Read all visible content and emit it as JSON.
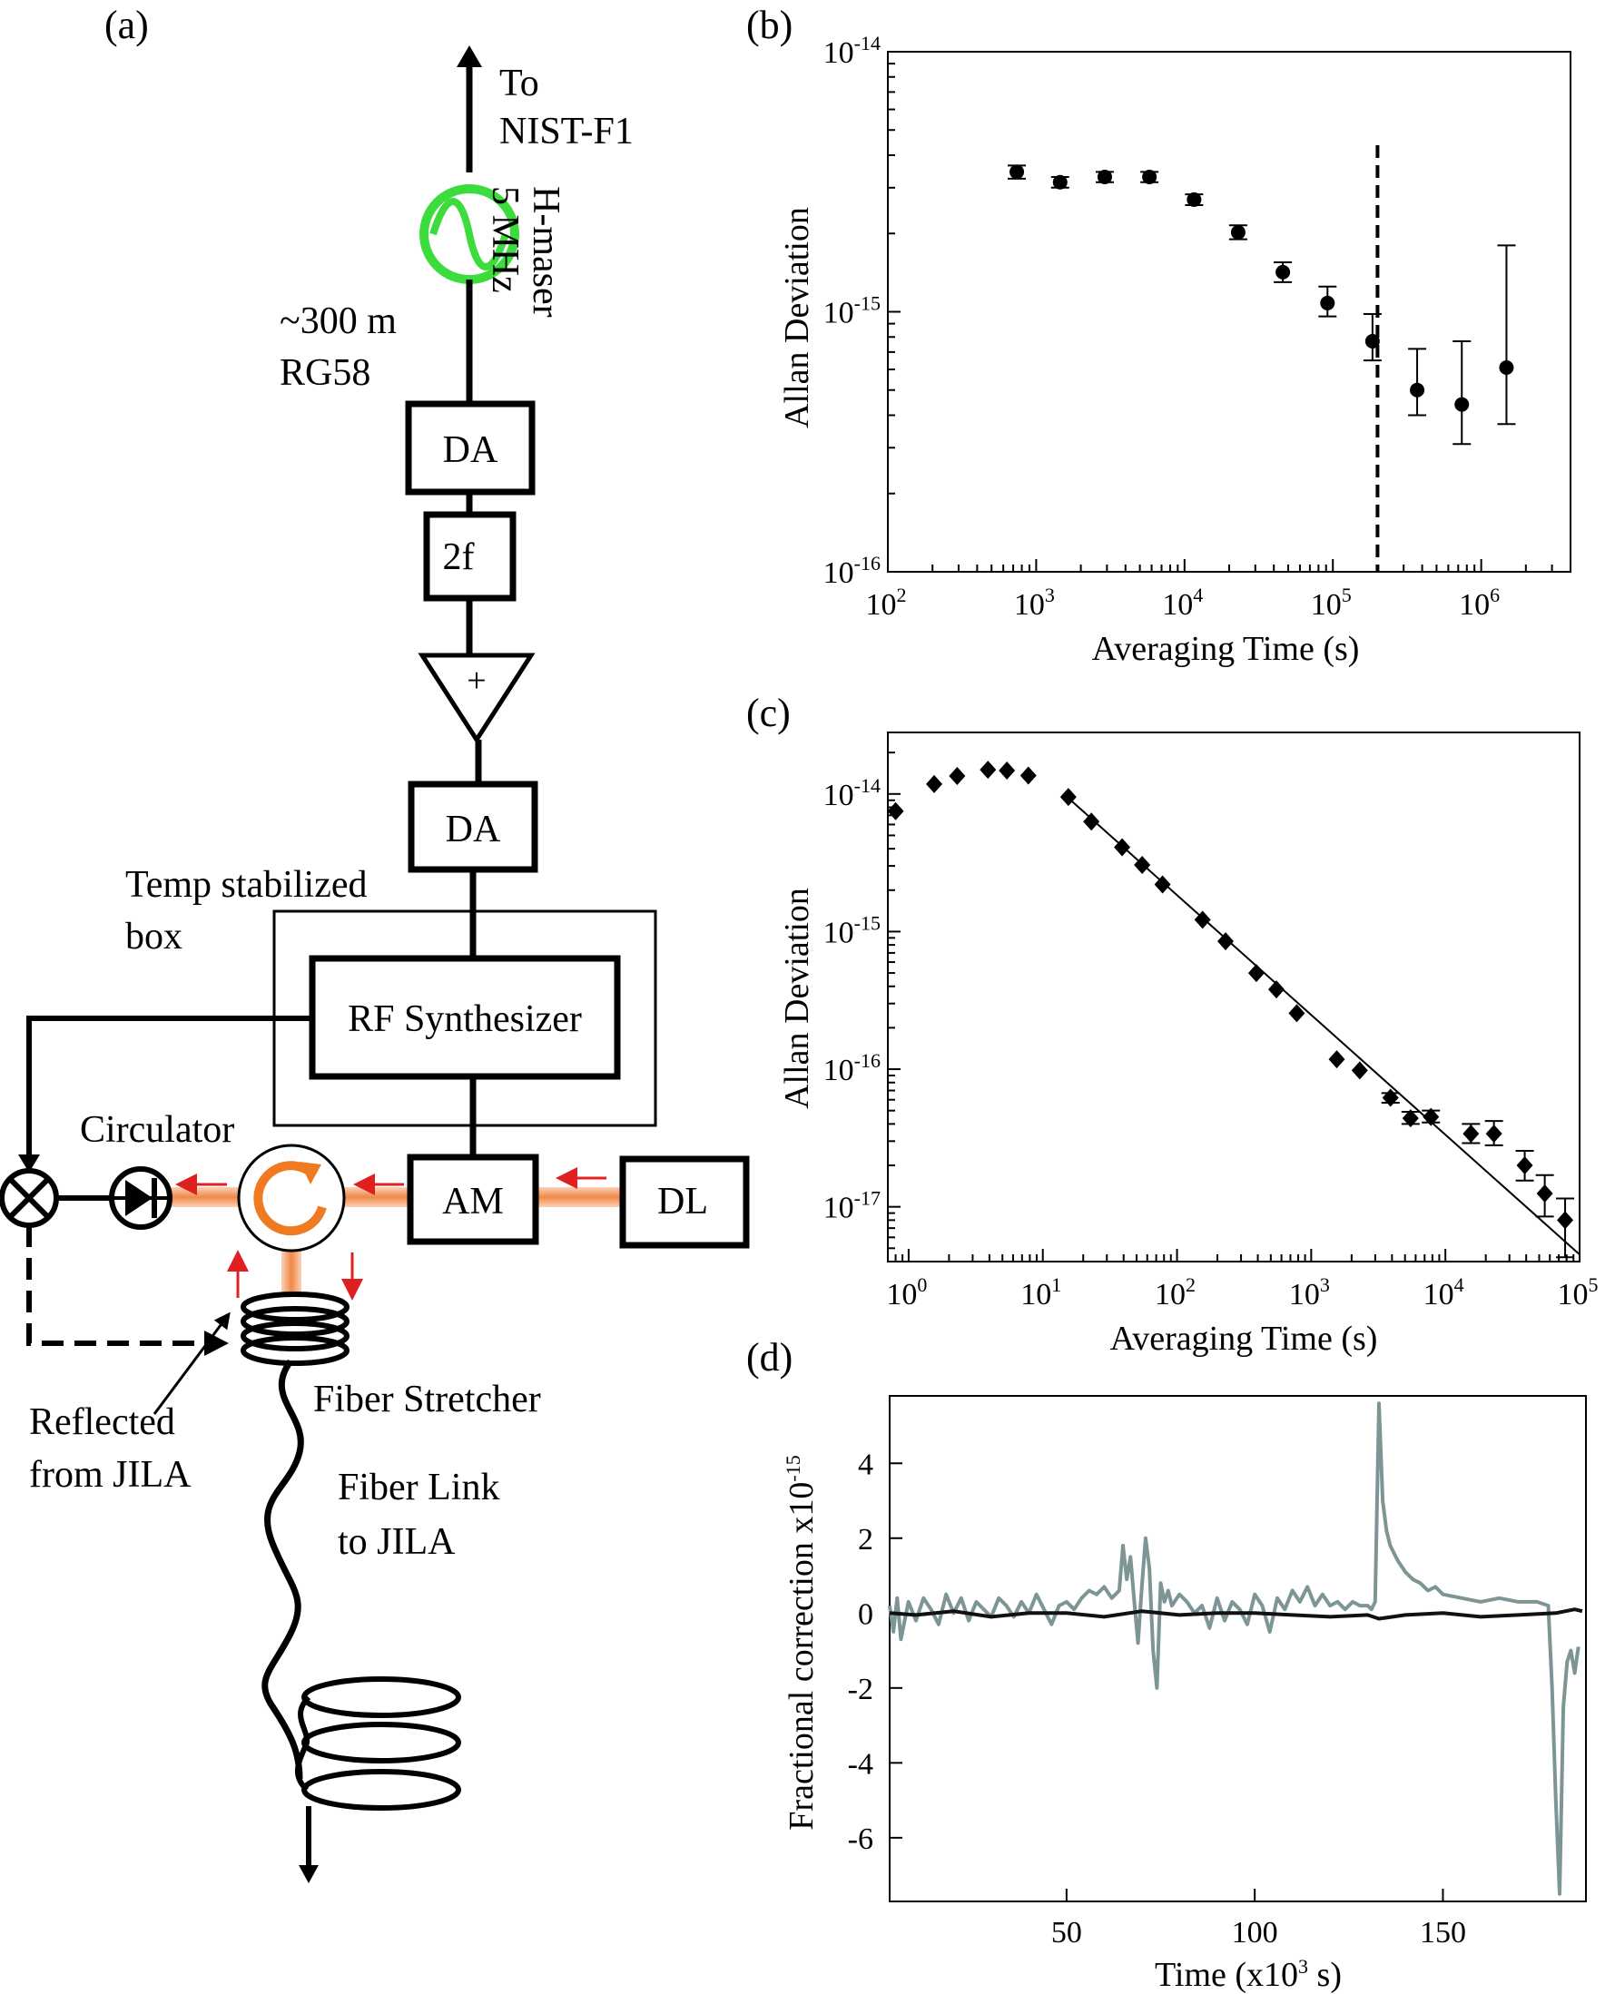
{
  "panel_labels": {
    "a": "(a)",
    "b": "(b)",
    "c": "(c)",
    "d": "(d)"
  },
  "diagram": {
    "to_line1": "To",
    "to_line2": "NIST-F1",
    "maser_line1": "H-maser",
    "maser_line2": "5 MHz",
    "cable_line1": "~300 m",
    "cable_line2": "RG58",
    "da_top": "DA",
    "doubler": "2f",
    "amp_symbol": "+",
    "da_bottom": "DA",
    "temp_line1": "Temp stabilized",
    "temp_line2": "box",
    "synth": "RF Synthesizer",
    "circulator": "Circulator",
    "am": "AM",
    "dl": "DL",
    "reflected_line1": "Reflected",
    "reflected_line2": "from JILA",
    "stretcher": "Fiber Stretcher",
    "link_line1": "Fiber Link",
    "link_line2": "to JILA",
    "colors": {
      "maser": "#3ddc3d",
      "optical": "#f4a06a",
      "circulator": "#f07a22",
      "arrow": "#e02020"
    }
  },
  "chart_data": [
    {
      "panel": "b",
      "type": "scatter",
      "xlabel": "Averaging Time (s)",
      "ylabel": "Allan Deviation",
      "xscale": "log",
      "yscale": "log",
      "xlim": [
        100,
        4000000
      ],
      "ylim": [
        1e-16,
        1e-14
      ],
      "x_ticks": [
        {
          "base": "10",
          "exp": "2"
        },
        {
          "base": "10",
          "exp": "3"
        },
        {
          "base": "10",
          "exp": "4"
        },
        {
          "base": "10",
          "exp": "5"
        },
        {
          "base": "10",
          "exp": "6"
        }
      ],
      "y_ticks": [
        {
          "base": "10",
          "exp": "-16"
        },
        {
          "base": "10",
          "exp": "-15"
        },
        {
          "base": "10",
          "exp": "-14"
        }
      ],
      "points": [
        {
          "x": 740,
          "y": 3.45e-15,
          "lo": 3.25e-15,
          "hi": 3.65e-15
        },
        {
          "x": 1450,
          "y": 3.15e-15,
          "lo": 3e-15,
          "hi": 3.3e-15
        },
        {
          "x": 2900,
          "y": 3.3e-15,
          "lo": 3.15e-15,
          "hi": 3.45e-15
        },
        {
          "x": 5800,
          "y": 3.3e-15,
          "lo": 3.15e-15,
          "hi": 3.45e-15
        },
        {
          "x": 11600,
          "y": 2.7e-15,
          "lo": 2.57e-15,
          "hi": 2.83e-15
        },
        {
          "x": 23000,
          "y": 2.02e-15,
          "lo": 1.9e-15,
          "hi": 2.15e-15
        },
        {
          "x": 46000,
          "y": 1.42e-15,
          "lo": 1.3e-15,
          "hi": 1.55e-15
        },
        {
          "x": 92000,
          "y": 1.08e-15,
          "lo": 9.6e-16,
          "hi": 1.25e-15
        },
        {
          "x": 185000,
          "y": 7.7e-16,
          "lo": 6.5e-16,
          "hi": 9.8e-16
        },
        {
          "x": 370000,
          "y": 5e-16,
          "lo": 4e-16,
          "hi": 7.2e-16
        },
        {
          "x": 740000,
          "y": 4.4e-16,
          "lo": 3.1e-16,
          "hi": 7.7e-16
        },
        {
          "x": 1480000,
          "y": 6.1e-16,
          "lo": 3.7e-16,
          "hi": 1.8e-15
        }
      ],
      "vline_x": 200000
    },
    {
      "panel": "c",
      "type": "scatter",
      "xlabel": "Averaging Time (s)",
      "ylabel": "Allan Deviation",
      "xscale": "log",
      "yscale": "log",
      "xlim": [
        0.7,
        100000
      ],
      "ylim": [
        4e-18,
        2.8e-14
      ],
      "x_ticks": [
        {
          "base": "10",
          "exp": "0"
        },
        {
          "base": "10",
          "exp": "1"
        },
        {
          "base": "10",
          "exp": "2"
        },
        {
          "base": "10",
          "exp": "3"
        },
        {
          "base": "10",
          "exp": "4"
        },
        {
          "base": "10",
          "exp": "5"
        }
      ],
      "y_ticks": [
        {
          "base": "10",
          "exp": "-17"
        },
        {
          "base": "10",
          "exp": "-16"
        },
        {
          "base": "10",
          "exp": "-15"
        },
        {
          "base": "10",
          "exp": "-14"
        }
      ],
      "points": [
        {
          "x": 0.8,
          "y": 7.5e-15
        },
        {
          "x": 1.55,
          "y": 1.18e-14
        },
        {
          "x": 2.3,
          "y": 1.35e-14
        },
        {
          "x": 3.9,
          "y": 1.5e-14
        },
        {
          "x": 5.4,
          "y": 1.48e-14
        },
        {
          "x": 7.8,
          "y": 1.36e-14
        },
        {
          "x": 15.5,
          "y": 9.5e-15
        },
        {
          "x": 23,
          "y": 6.3e-15
        },
        {
          "x": 39,
          "y": 4.1e-15
        },
        {
          "x": 55,
          "y": 3.05e-15
        },
        {
          "x": 78,
          "y": 2.2e-15
        },
        {
          "x": 155,
          "y": 1.22e-15
        },
        {
          "x": 230,
          "y": 8.5e-16
        },
        {
          "x": 390,
          "y": 5e-16
        },
        {
          "x": 550,
          "y": 3.8e-16
        },
        {
          "x": 780,
          "y": 2.55e-16
        },
        {
          "x": 1550,
          "y": 1.18e-16
        },
        {
          "x": 2300,
          "y": 9.8e-17
        },
        {
          "x": 3900,
          "y": 6.2e-17,
          "lo": 5.7e-17,
          "hi": 6.7e-17
        },
        {
          "x": 5500,
          "y": 4.4e-17,
          "lo": 4e-17,
          "hi": 4.9e-17
        },
        {
          "x": 7800,
          "y": 4.5e-17,
          "lo": 4.1e-17,
          "hi": 5e-17
        },
        {
          "x": 15500,
          "y": 3.4e-17,
          "lo": 2.9e-17,
          "hi": 4e-17
        },
        {
          "x": 23000,
          "y": 3.4e-17,
          "lo": 2.8e-17,
          "hi": 4.2e-17
        },
        {
          "x": 39000,
          "y": 2e-17,
          "lo": 1.55e-17,
          "hi": 2.55e-17
        },
        {
          "x": 55000,
          "y": 1.25e-17,
          "lo": 8.5e-18,
          "hi": 1.7e-17
        },
        {
          "x": 78000,
          "y": 8e-18,
          "lo": 4.3e-18,
          "hi": 1.15e-17
        }
      ],
      "fit_line": {
        "x": [
          15,
          100000
        ],
        "y": [
          9.6e-15,
          4.5e-18
        ]
      }
    },
    {
      "panel": "d",
      "type": "line",
      "xlabel_text": "Time (x10",
      "xlabel_exp": "3",
      "xlabel_tail": " s)",
      "ylabel_text": "Fractional correction x10",
      "ylabel_exp": "-15",
      "xlim": [
        3,
        188
      ],
      "ylim": [
        -7.7,
        5.8
      ],
      "x_ticks": [
        "50",
        "100",
        "150"
      ],
      "y_ticks": [
        "4",
        "2",
        "0",
        "-2",
        "-4",
        "-6"
      ],
      "series": [
        {
          "color": "#7d9595",
          "x": [
            3,
            4,
            5,
            6,
            8,
            10,
            12,
            14,
            16,
            18,
            20,
            22,
            24,
            26,
            28,
            30,
            32,
            34,
            36,
            38,
            40,
            42,
            44,
            46,
            48,
            50,
            52,
            54,
            56,
            58,
            60,
            62,
            64,
            65,
            66,
            67,
            68,
            69,
            70,
            71,
            72,
            73,
            74,
            75,
            76,
            77,
            78,
            80,
            82,
            84,
            86,
            88,
            90,
            92,
            94,
            96,
            98,
            100,
            102,
            104,
            106,
            108,
            110,
            112,
            114,
            116,
            118,
            120,
            122,
            124,
            126,
            128,
            130,
            131,
            132,
            133,
            134,
            135,
            136,
            138,
            140,
            142,
            144,
            146,
            148,
            150,
            155,
            160,
            165,
            170,
            175,
            178,
            179,
            180,
            181,
            182,
            183,
            184,
            185,
            186
          ],
          "y": [
            0.2,
            -0.5,
            0.4,
            -0.7,
            0.3,
            -0.2,
            0.4,
            0.1,
            -0.3,
            0.5,
            0.0,
            0.4,
            -0.2,
            0.3,
            0.1,
            -0.1,
            0.4,
            0.2,
            -0.1,
            0.3,
            0.0,
            0.5,
            0.1,
            -0.3,
            0.2,
            0.3,
            0.1,
            0.4,
            0.6,
            0.5,
            0.7,
            0.4,
            0.6,
            1.8,
            0.9,
            1.5,
            0.3,
            -0.8,
            0.7,
            2.0,
            1.2,
            -1.0,
            -2.0,
            0.8,
            0.3,
            0.6,
            0.2,
            0.5,
            0.3,
            0.0,
            0.2,
            -0.4,
            0.4,
            -0.2,
            0.3,
            0.1,
            -0.3,
            0.5,
            0.2,
            -0.5,
            0.4,
            0.1,
            0.6,
            0.3,
            0.7,
            0.2,
            0.5,
            0.2,
            0.3,
            0.1,
            0.3,
            0.2,
            0.2,
            0.1,
            0.3,
            5.6,
            3.0,
            2.2,
            1.8,
            1.4,
            1.1,
            0.9,
            0.8,
            0.6,
            0.7,
            0.5,
            0.4,
            0.3,
            0.4,
            0.3,
            0.3,
            0.2,
            -2.0,
            -5.0,
            -7.5,
            -2.5,
            -1.3,
            -1.0,
            -1.6,
            -0.9
          ]
        },
        {
          "color": "#111111",
          "x": [
            3,
            10,
            20,
            30,
            40,
            50,
            60,
            70,
            80,
            90,
            100,
            110,
            120,
            130,
            133,
            140,
            150,
            160,
            170,
            180,
            185,
            187
          ],
          "y": [
            0.0,
            -0.05,
            0.05,
            -0.1,
            0.0,
            0.0,
            -0.1,
            0.05,
            -0.05,
            0.0,
            0.0,
            -0.05,
            -0.1,
            -0.05,
            -0.15,
            -0.05,
            0.0,
            -0.1,
            -0.05,
            0.0,
            0.1,
            0.05
          ]
        }
      ]
    }
  ]
}
